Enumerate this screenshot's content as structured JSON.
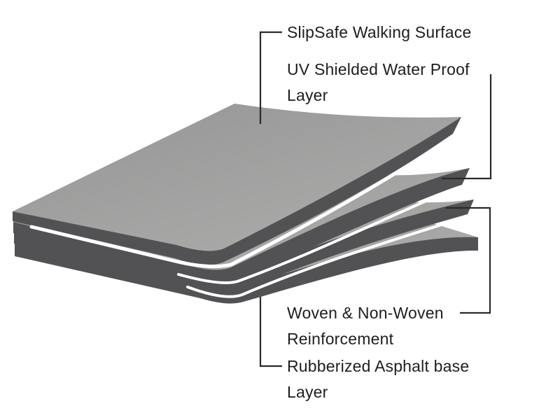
{
  "page": {
    "background": "#ffffff"
  },
  "diagram": {
    "layer_count": 4,
    "layers": [
      {
        "index": 1,
        "label": "SlipSafe Walking Surface"
      },
      {
        "index": 2,
        "label": "UV Shielded Water Proof Layer"
      },
      {
        "index": 3,
        "label": "Woven & Non-Woven Reinforcement"
      },
      {
        "index": 4,
        "label": "Rubberized Asphalt base Layer"
      }
    ],
    "colors": {
      "surface_far": "#959595",
      "surface_near": "#acacab",
      "edge": "#525254",
      "leader_line": "#2a2a2a",
      "text": "#1e1e1e",
      "background": "#ffffff"
    }
  }
}
